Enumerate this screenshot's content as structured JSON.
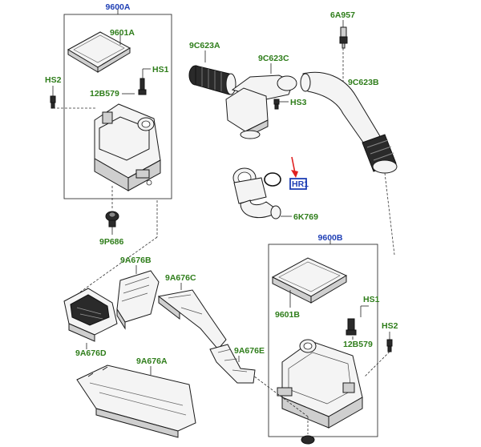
{
  "labels": {
    "box_a": "9600A",
    "filter_a": "9601A",
    "hs1_a": "HS1",
    "hs2_a": "HS2",
    "b579_a": "12B579",
    "p686": "9P686",
    "c623a": "9C623A",
    "c623c": "9C623C",
    "hs3": "HS3",
    "a957": "6A957",
    "c623b": "9C623B",
    "hr1": "HR1",
    "k769": "6K769",
    "box_b": "9600B",
    "filter_b": "9601B",
    "hs1_b": "HS1",
    "hs2_b": "HS2",
    "b579_b": "12B579",
    "a676b": "9A676B",
    "a676c": "9A676C",
    "a676d": "9A676D",
    "a676e": "9A676E",
    "a676a": "9A676A"
  },
  "colors": {
    "label_green": "#2e7d1a",
    "label_blue": "#1f3fb5",
    "arrow_red": "#e02020",
    "highlight_blue": "#1f3fb5"
  }
}
